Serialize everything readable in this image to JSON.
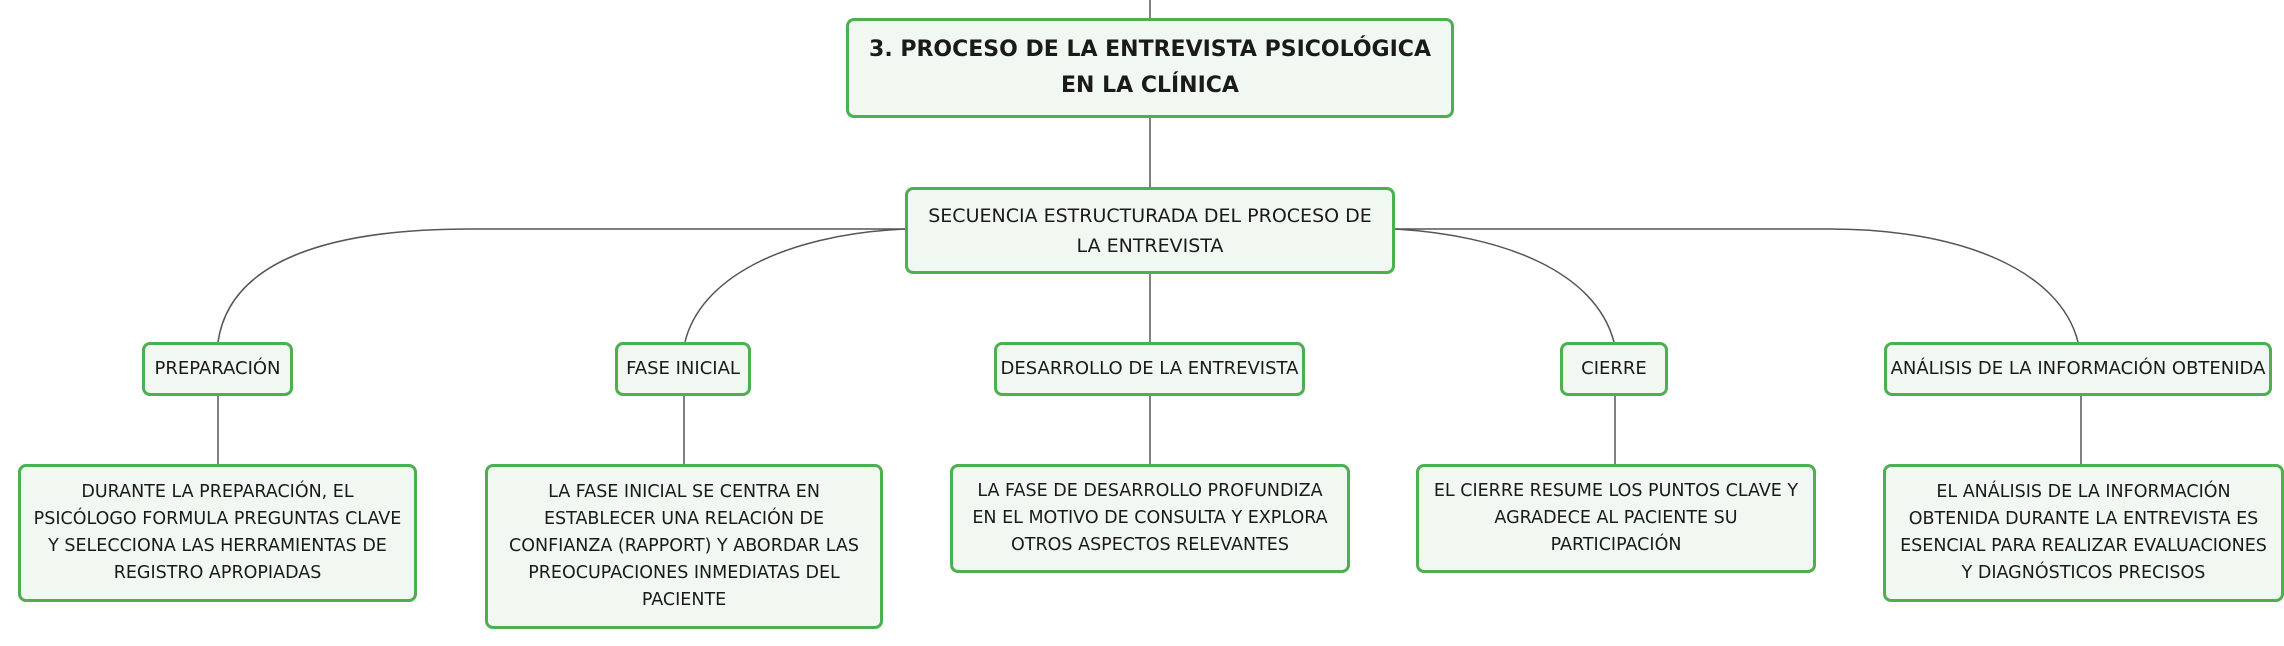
{
  "diagram": {
    "root": {
      "label": "3. PROCESO DE LA ENTREVISTA PSICOLÓGICA EN LA CLÍNICA"
    },
    "level1": {
      "label": "SECUENCIA ESTRUCTURADA DEL PROCESO DE LA ENTREVISTA"
    },
    "branches": [
      {
        "label": "PREPARACIÓN",
        "description": "DURANTE LA PREPARACIÓN, EL PSICÓLOGO FORMULA PREGUNTAS CLAVE Y SELECCIONA LAS HERRAMIENTAS DE REGISTRO APROPIADAS"
      },
      {
        "label": "FASE INICIAL",
        "description": "LA FASE INICIAL SE CENTRA EN ESTABLECER UNA RELACIÓN DE CONFIANZA (RAPPORT) Y ABORDAR LAS PREOCUPACIONES INMEDIATAS DEL PACIENTE"
      },
      {
        "label": "DESARROLLO DE LA ENTREVISTA",
        "description": "LA FASE DE DESARROLLO PROFUNDIZA EN EL MOTIVO DE CONSULTA Y EXPLORA OTROS ASPECTOS RELEVANTES"
      },
      {
        "label": "CIERRE",
        "description": "EL CIERRE RESUME LOS PUNTOS CLAVE Y AGRADECE AL PACIENTE SU PARTICIPACIÓN"
      },
      {
        "label": "ANÁLISIS DE LA INFORMACIÓN OBTENIDA",
        "description": "EL ANÁLISIS DE LA INFORMACIÓN OBTENIDA DURANTE LA ENTREVISTA ES ESENCIAL PARA REALIZAR EVALUACIONES Y DIAGNÓSTICOS PRECISOS"
      }
    ]
  },
  "colors": {
    "node_border": "#4caf50",
    "node_fill": "#f1f8f2",
    "connector": "#555555"
  }
}
